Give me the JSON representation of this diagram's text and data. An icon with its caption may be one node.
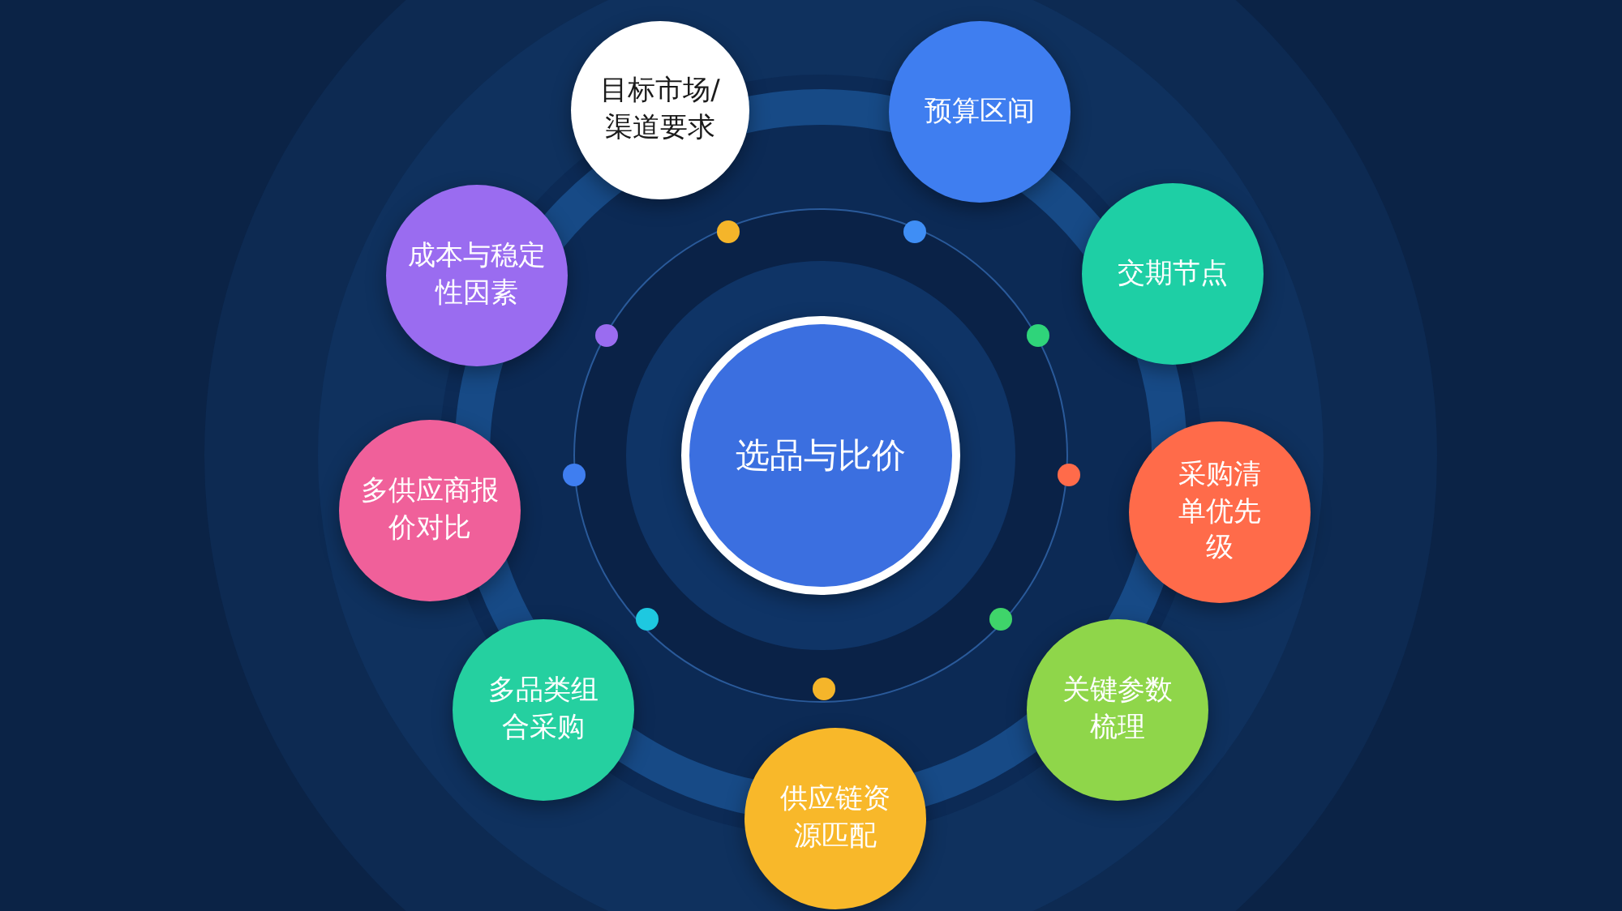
{
  "diagram": {
    "nodes": [
      {
        "text": [
          "选品与比价"
        ]
      },
      {
        "text": [
          "目标市场/渠道要求"
        ]
      },
      {
        "text": [
          "预算区间"
        ]
      },
      {
        "text": [
          "交期节点"
        ]
      },
      {
        "text": [
          "采购清单优先级"
        ]
      },
      {
        "text": [
          "关键参数梳理"
        ]
      },
      {
        "text": [
          "供应链资源匹配"
        ]
      },
      {
        "text": [
          "多品类组合采购"
        ]
      },
      {
        "text": [
          "多供应商报价对比"
        ]
      },
      {
        "text": [
          "成本与稳定性因素"
        ]
      }
    ]
  }
}
